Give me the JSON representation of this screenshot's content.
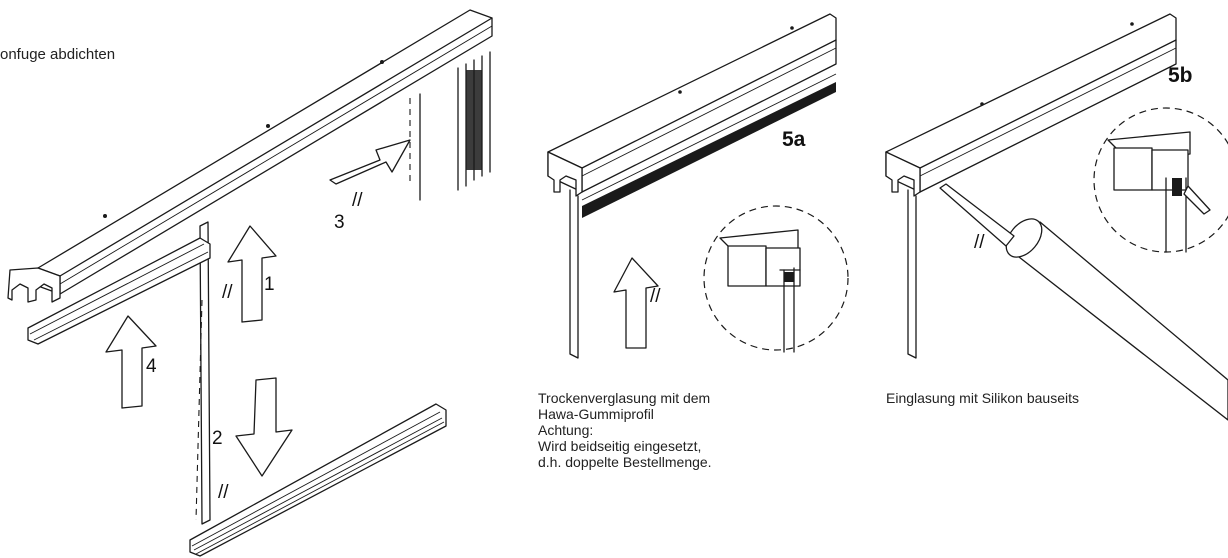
{
  "header": {
    "instruction_fragment": "onfuge abdichten"
  },
  "step_labels": [
    "1",
    "2",
    "3",
    "4"
  ],
  "detail_labels": [
    "5a",
    "5b"
  ],
  "caption_5a": [
    "Trockenverglasung mit dem",
    "Hawa-Gummiprofil",
    "Achtung:",
    "Wird beidseitig eingesetzt,",
    "d.h. doppelte Bestellmenge."
  ],
  "caption_5b": [
    "Einglasung mit Silikon bauseits"
  ],
  "glass_mark": "//"
}
